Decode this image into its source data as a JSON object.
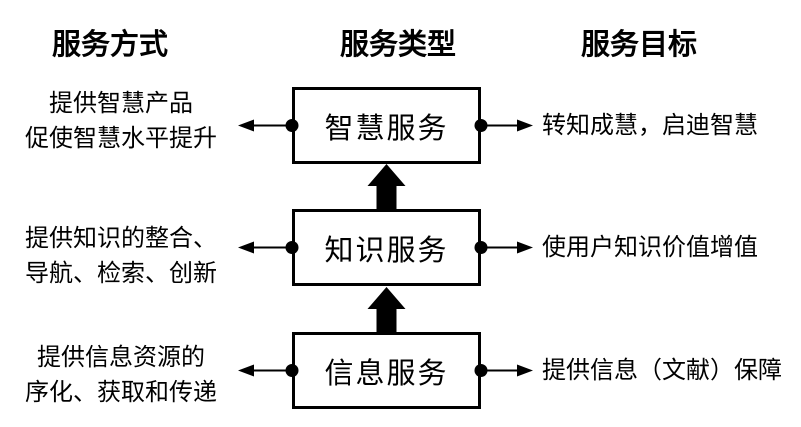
{
  "headers": {
    "left": "服务方式",
    "center": "服务类型",
    "right": "服务目标"
  },
  "rows": [
    {
      "box": "智慧服务",
      "left": [
        "提供智慧产品",
        "促使智慧水平提升"
      ],
      "right": "转知成慧，启迪智慧"
    },
    {
      "box": "知识服务",
      "left": [
        "提供知识的整合、",
        "导航、检索、创新"
      ],
      "right": "使用户知识价值增值"
    },
    {
      "box": "信息服务",
      "left": [
        "提供信息资源的",
        "序化、获取和传递"
      ],
      "right": "提供信息（文献）保障"
    }
  ],
  "colors": {
    "ink": "#000000",
    "background": "#ffffff"
  }
}
